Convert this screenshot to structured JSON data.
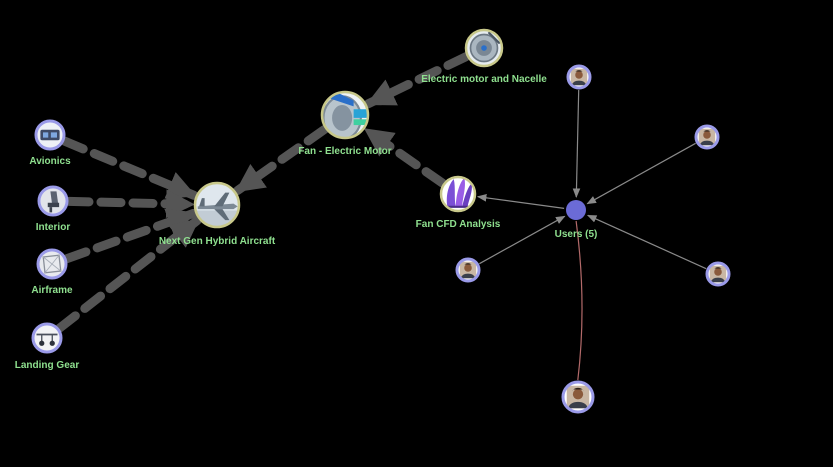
{
  "colors": {
    "background": "#000000",
    "label": "#8fe08f",
    "dashed_edge": "#555555",
    "user_edge": "#8a8a8a",
    "owner_edge": "#b36a6a",
    "hub_fill": "#6b6bd6",
    "node_ring_part": "#c8c88a",
    "node_ring_component": "#9a9ae8"
  },
  "nodes": [
    {
      "id": "aircraft",
      "label": "Next Gen Hybrid Aircraft",
      "icon": "aircraft-thumbnail-icon",
      "kind": "part"
    },
    {
      "id": "fan_motor",
      "label": "Fan - Electric Motor",
      "icon": "fan-motor-thumbnail-icon",
      "kind": "part"
    },
    {
      "id": "nacelle",
      "label": "Electric motor and Nacelle",
      "icon": "nacelle-thumbnail-icon",
      "kind": "part"
    },
    {
      "id": "cfd",
      "label": "Fan CFD Analysis",
      "icon": "cfd-analysis-thumbnail-icon",
      "kind": "part"
    },
    {
      "id": "avionics",
      "label": "Avionics",
      "icon": "avionics-thumbnail-icon",
      "kind": "component"
    },
    {
      "id": "interior",
      "label": "Interior",
      "icon": "interior-thumbnail-icon",
      "kind": "component"
    },
    {
      "id": "airframe",
      "label": "Airframe",
      "icon": "airframe-thumbnail-icon",
      "kind": "component"
    },
    {
      "id": "landing_gear",
      "label": "Landing Gear",
      "icon": "landing-gear-thumbnail-icon",
      "kind": "component"
    },
    {
      "id": "users",
      "label": "Users (5)",
      "icon": "users-hub-icon",
      "kind": "hub"
    },
    {
      "id": "user1",
      "label": "",
      "icon": "user-avatar-icon",
      "kind": "user"
    },
    {
      "id": "user2",
      "label": "",
      "icon": "user-avatar-icon",
      "kind": "user"
    },
    {
      "id": "user3",
      "label": "",
      "icon": "user-avatar-icon",
      "kind": "user"
    },
    {
      "id": "user4",
      "label": "",
      "icon": "user-avatar-icon",
      "kind": "user"
    },
    {
      "id": "owner",
      "label": "",
      "icon": "user-avatar-icon",
      "kind": "owner"
    }
  ],
  "edges": [
    {
      "source": "nacelle",
      "target": "fan_motor",
      "style": "dashed"
    },
    {
      "source": "cfd",
      "target": "fan_motor",
      "style": "dashed"
    },
    {
      "source": "fan_motor",
      "target": "aircraft",
      "style": "dashed"
    },
    {
      "source": "avionics",
      "target": "aircraft",
      "style": "dashed"
    },
    {
      "source": "interior",
      "target": "aircraft",
      "style": "dashed"
    },
    {
      "source": "airframe",
      "target": "aircraft",
      "style": "dashed"
    },
    {
      "source": "landing_gear",
      "target": "aircraft",
      "style": "dashed"
    },
    {
      "source": "user1",
      "target": "users",
      "style": "solid"
    },
    {
      "source": "user2",
      "target": "users",
      "style": "solid"
    },
    {
      "source": "user3",
      "target": "users",
      "style": "solid"
    },
    {
      "source": "user4",
      "target": "users",
      "style": "solid"
    },
    {
      "source": "users",
      "target": "cfd",
      "style": "solid"
    },
    {
      "source": "owner",
      "target": "users",
      "style": "owner"
    }
  ]
}
